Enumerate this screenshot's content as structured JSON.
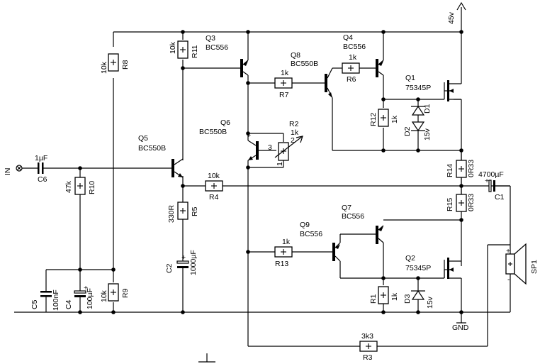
{
  "labels": {
    "in": "IN",
    "c6_val": "1µF",
    "c6": "C6",
    "r10_val": "47k",
    "r10": "R10",
    "r8_val": "10k",
    "r8": "R8",
    "r9_val": "10k",
    "r9": "R9",
    "c5_val": "100nF",
    "c5": "C5",
    "c4_val": "100µF",
    "c4": "C4",
    "r11_val": "10k",
    "r11": "R11",
    "q3": "Q3",
    "q3_type": "BC556",
    "q5": "Q5",
    "q5_type": "BC550B",
    "q6": "Q6",
    "q6_type": "BC550B",
    "q8": "Q8",
    "q8_type": "BC550B",
    "q4": "Q4",
    "q4_type": "BC556",
    "q1": "Q1",
    "q1_type": "75345P",
    "q2": "Q2",
    "q2_type": "75345P",
    "q7": "Q7",
    "q7_type": "BC556",
    "q9": "Q9",
    "q9_type": "BC556",
    "r7_val": "1k",
    "r7": "R7",
    "r6_val": "1k",
    "r6": "R6",
    "r2": "R2",
    "r2_val": "1k",
    "r2_pin3": "3",
    "r2_pin2": "2",
    "r2_pin1": "1",
    "r12": "R12",
    "r12_val": "1k",
    "d1": "D1",
    "d2": "D2",
    "d2_val": "15v",
    "d3": "D3",
    "d3_val": "15v",
    "r14": "R14",
    "r14_val": "0R33",
    "r15": "R15",
    "r15_val": "0R33",
    "c1_val": "4700µF",
    "c1": "C1",
    "r4_val": "10k",
    "r4": "R4",
    "r5": "R5",
    "r5_val": "330R",
    "c2": "C2",
    "c2_val": "1000µF",
    "r13_val": "1k",
    "r13": "R13",
    "r1": "R1",
    "r1_val": "1k",
    "r3_val": "3k3",
    "r3": "R3",
    "sp1": "SP1",
    "supply": "45v",
    "gnd": "GND"
  }
}
